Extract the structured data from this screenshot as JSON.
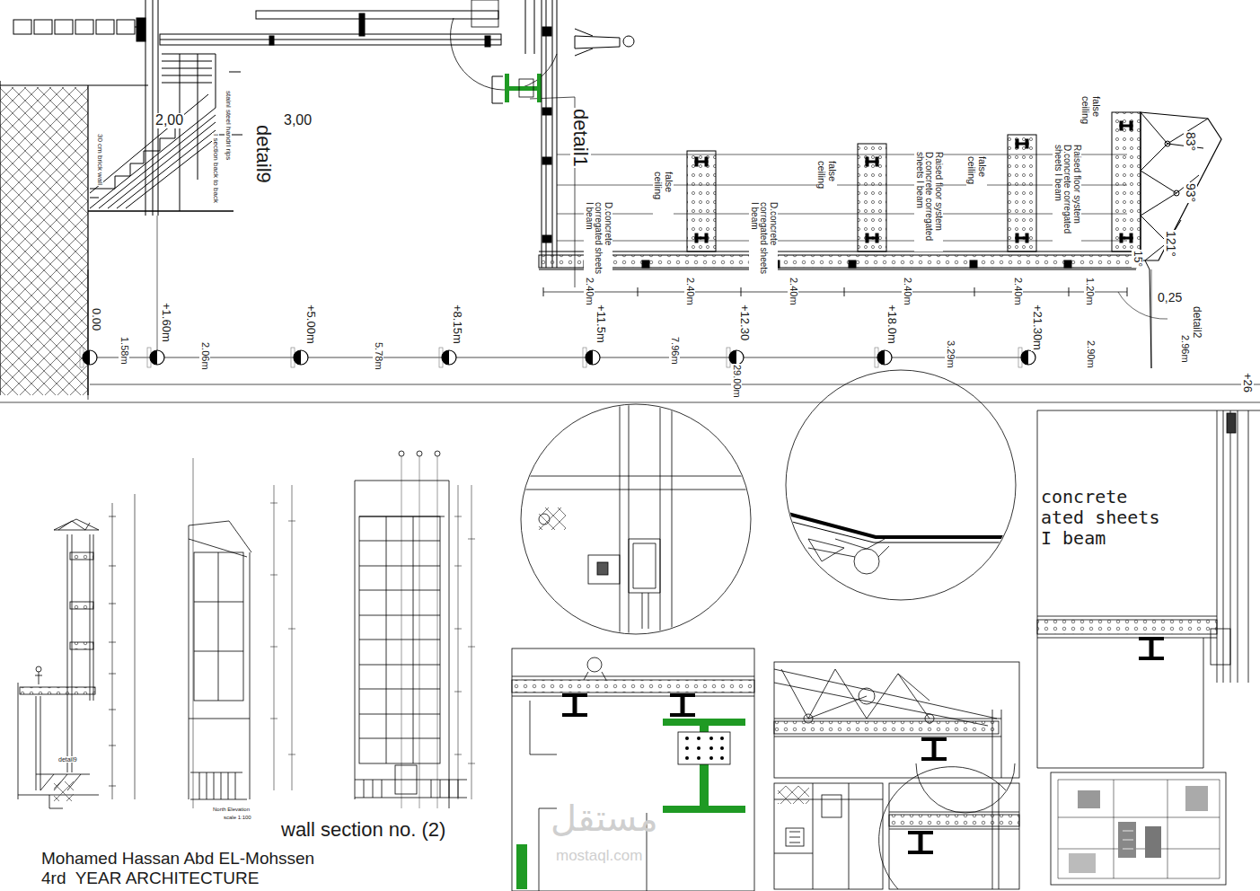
{
  "diagram": {
    "title": "wall section no. (2)",
    "labels": [
      "3,00",
      "2,00",
      "detail9",
      "stainl steel handrl rips",
      "I section back to back",
      "30 cm brick wall",
      "detail1",
      "D.concrete corregated sheets I beam",
      "false ceiling",
      "D.concrete corregated sheets I beam",
      "false ceiling",
      "Raised floor system D.concrete corregated sheets I beam",
      "false ceiling",
      "false ceiling",
      "Raised floor system D.concrete corregated sheets I beam",
      "2.40m",
      "2.40m",
      "2.40m",
      "2.40m",
      "2.40m",
      "1.20m",
      "0,25",
      "detail2",
      "2.96m",
      "83°",
      "93°",
      "121°",
      "15°",
      "0.00",
      "+1.60m",
      "+5.00m",
      "+8.15m",
      "+11.5m",
      "+12.30",
      "+18.0m",
      "+21.30m",
      "+26",
      "1.58m",
      "2.06m",
      "5.78m",
      "7.96m",
      "29.00m",
      "3.29m",
      "2.90m",
      "concrete",
      "ated sheets",
      "I beam",
      "North Elevation",
      "scale 1:100",
      "detail9",
      "Mohamed Hassan Abd EL-Mohssen",
      "4rd  YEAR ARCHITECTURE",
      "مستقل",
      "mostaql.com"
    ]
  }
}
